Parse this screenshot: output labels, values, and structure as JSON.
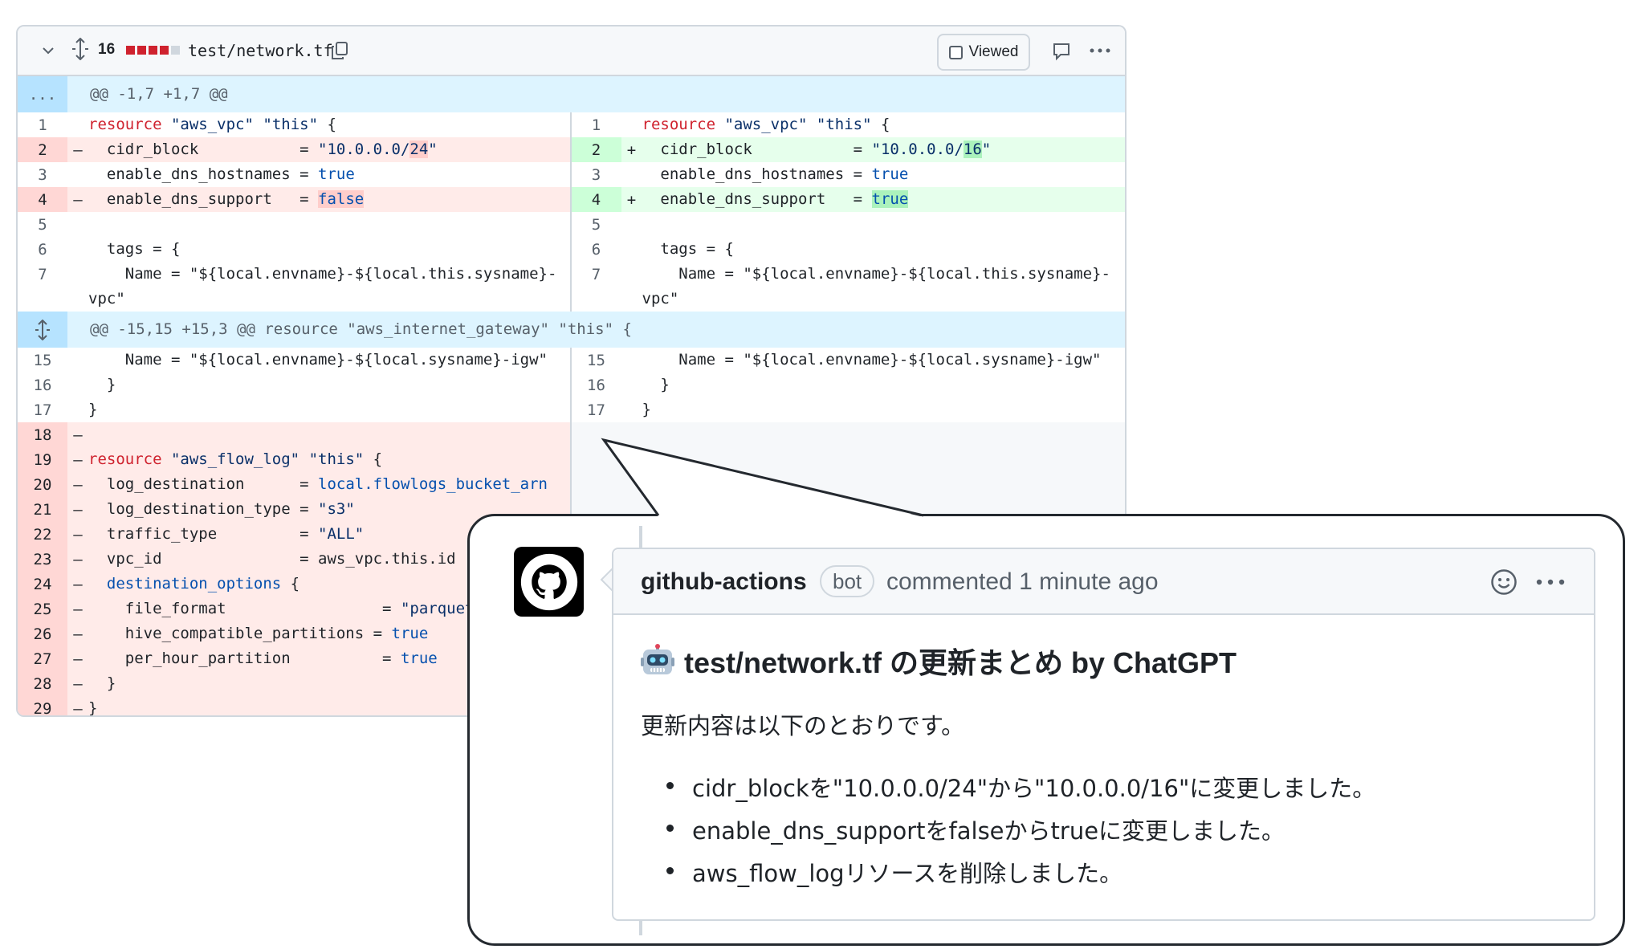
{
  "file_header": {
    "changes_count": "16",
    "filename": "test/network.tf",
    "viewed_label": "Viewed"
  },
  "hunks": [
    "@@ -1,7 +1,7 @@",
    "@@ -15,15 +15,3 @@ resource \"aws_internet_gateway\" \"this\" {"
  ],
  "hunk_gutter_label": "...",
  "line_numbers": {
    "left": [
      "1",
      "2",
      "3",
      "4",
      "5",
      "6",
      "7",
      "15",
      "16",
      "17",
      "18",
      "19",
      "20",
      "21",
      "22",
      "23",
      "24",
      "25",
      "26",
      "27",
      "28",
      "29"
    ],
    "right": [
      "1",
      "2",
      "3",
      "4",
      "5",
      "6",
      "7",
      "15",
      "16",
      "17"
    ]
  },
  "markers": {
    "del": "–",
    "add": "+"
  },
  "code_text": {
    "resource": "resource",
    "vpc_type": "\"aws_vpc\"",
    "this": "\"this\"",
    "brace_open": " {",
    "cidr_key": "  cidr_block           = ",
    "cidr_old_pre": "\"10.0.0.0/",
    "cidr_old_hl": "24",
    "cidr_new_hl": "16",
    "quote": "\"",
    "dns_host_key": "  enable_dns_hostnames = ",
    "true": "true",
    "false": "false",
    "dns_sup_key": "  enable_dns_support   = ",
    "tags": "  tags = {",
    "name_line": "    Name = \"${local.envname}-${local.this.sysname}-vpc\"",
    "name_igw": "    Name = \"${local.envname}-${local.sysname}-igw\"",
    "close_inner": "  }",
    "close_outer": "}",
    "flow_log_type": "\"aws_flow_log\"",
    "log_dest_key": "  log_destination      = ",
    "log_dest_val": "local.flowlogs_bucket_arn",
    "log_dest_type_key": "  log_destination_type = ",
    "s3": "\"s3\"",
    "traffic_key": "  traffic_type         = ",
    "all": "\"ALL\"",
    "vpc_id_key": "  vpc_id               = ",
    "vpc_id_val": "aws_vpc.this.id",
    "dest_opts": "  destination_options",
    "file_format_key": "    file_format                 = ",
    "parquet": "\"parquet\"",
    "hive_key": "    hive_compatible_partitions = ",
    "per_hour_key": "    per_hour_partition          = "
  },
  "comment": {
    "author": "github-actions",
    "badge": "bot",
    "meta": "commented 1 minute ago",
    "title": "test/network.tf の更新まとめ by ChatGPT",
    "intro": "更新内容は以下のとおりです。",
    "items": [
      "cidr_blockを\"10.0.0.0/24\"から\"10.0.0.0/16\"に変更しました。",
      "enable_dns_supportをfalseからtrueに変更しました。",
      "aws_flow_logリソースを削除しました。"
    ]
  },
  "colors": {
    "deleted_bg": "#ffebe9",
    "added_bg": "#e6ffec",
    "hunk_bg": "#ddf4ff",
    "keyword": "#cf222e",
    "string": "#0a3069"
  },
  "icons": [
    "chevron-down-icon",
    "expand-icon",
    "copy-icon",
    "comment-icon",
    "kebab-icon",
    "github-logo-icon",
    "smiley-icon",
    "robot-icon"
  ]
}
